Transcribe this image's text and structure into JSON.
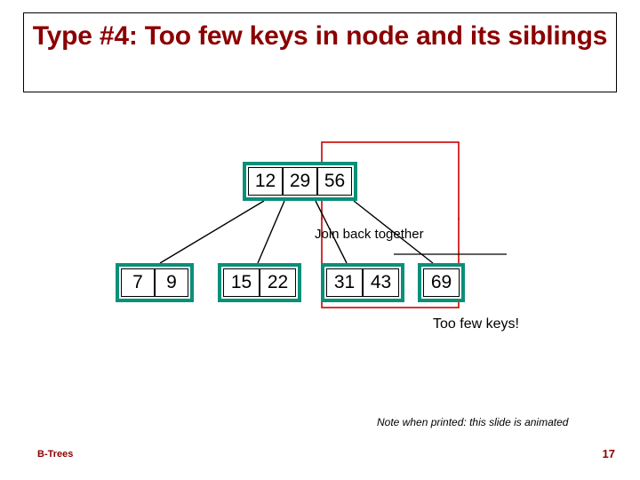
{
  "slide": {
    "title": "Type #4: Too few keys in node and its siblings",
    "title_color": "#8b0000"
  },
  "diagram": {
    "node_border_color": "#0a8f7a",
    "highlight_color": "#cc0000",
    "root": {
      "name": "root-node",
      "keys": [
        "12",
        "29",
        "56"
      ]
    },
    "children": [
      {
        "name": "leaf-node-1",
        "keys": [
          "7",
          "9"
        ]
      },
      {
        "name": "leaf-node-2",
        "keys": [
          "15",
          "22"
        ]
      },
      {
        "name": "leaf-node-3",
        "keys": [
          "31",
          "43"
        ]
      },
      {
        "name": "leaf-node-4",
        "keys": [
          "69"
        ]
      }
    ],
    "annotations": {
      "join": "Join back together",
      "too_few": "Too few keys!"
    }
  },
  "note": "Note when printed: this slide is animated",
  "footer": {
    "left": "B-Trees",
    "page": "17"
  }
}
